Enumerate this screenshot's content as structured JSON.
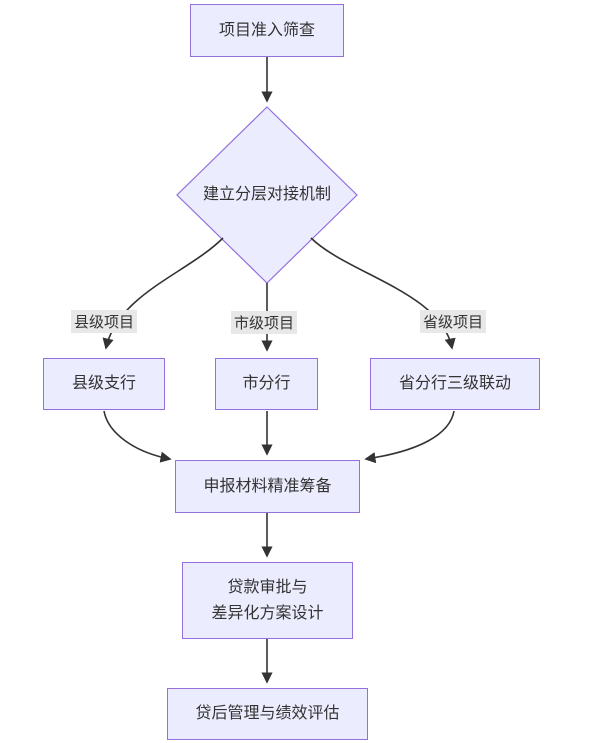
{
  "diagram": {
    "type": "flowchart",
    "nodes": {
      "screening": {
        "label": "项目准入筛查"
      },
      "decision": {
        "label": "建立分层对接机制",
        "shape": "diamond"
      },
      "county": {
        "label": "县级支行"
      },
      "city": {
        "label": "市分行"
      },
      "province": {
        "label": "省分行三级联动"
      },
      "materials": {
        "label": "申报材料精准筹备"
      },
      "approval": {
        "label_line1": "贷款审批与",
        "label_line2": "差异化方案设计"
      },
      "postloan": {
        "label": "贷后管理与绩效评估"
      }
    },
    "edge_labels": {
      "county": "县级项目",
      "city": "市级项目",
      "province": "省级项目"
    },
    "colors": {
      "node_fill": "#ECECFF",
      "node_border": "#9370DB",
      "edge": "#333333",
      "text": "#333333",
      "label_bg": "#e8e8e8",
      "canvas_bg": "#ffffff"
    }
  }
}
